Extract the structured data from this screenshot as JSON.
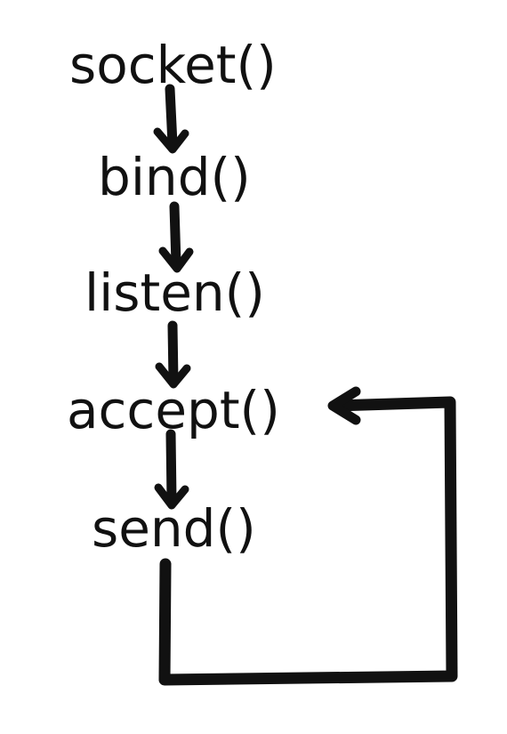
{
  "diagram": {
    "steps": [
      {
        "label": "socket()"
      },
      {
        "label": "bind()"
      },
      {
        "label": "listen()"
      },
      {
        "label": "accept()"
      },
      {
        "label": "send()"
      }
    ],
    "edges": [
      {
        "from": "socket()",
        "to": "bind()"
      },
      {
        "from": "bind()",
        "to": "listen()"
      },
      {
        "from": "listen()",
        "to": "accept()"
      },
      {
        "from": "accept()",
        "to": "send()"
      },
      {
        "from": "send()",
        "to": "accept()",
        "kind": "loop"
      }
    ],
    "colors": {
      "ink": "#111111",
      "background": "#ffffff"
    }
  }
}
